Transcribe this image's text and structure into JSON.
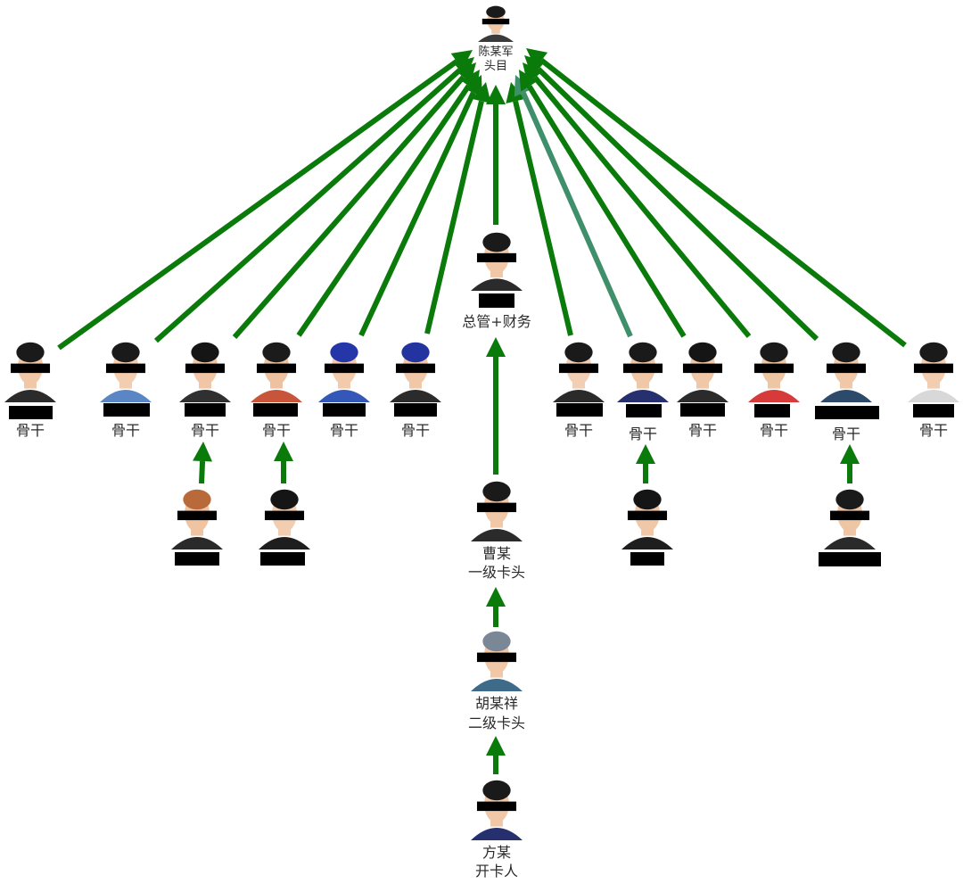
{
  "boss": {
    "name": "陈某军",
    "role": "头目"
  },
  "manager": {
    "role": "总管+财务"
  },
  "members": [
    {
      "role": "骨干",
      "face": "#f0c8a8",
      "shirt": "#2b2b2b",
      "hair": "#1a1a1a"
    },
    {
      "role": "骨干",
      "face": "#f2cdb0",
      "shirt": "#5b86c6",
      "hair": "#1a1a1a"
    },
    {
      "role": "骨干",
      "face": "#f0c6a6",
      "shirt": "#303030",
      "hair": "#151515"
    },
    {
      "role": "骨干",
      "face": "#eec2a0",
      "shirt": "#c8553a",
      "hair": "#1b1b1b"
    },
    {
      "role": "骨干",
      "face": "#f1cbac",
      "shirt": "#3557b8",
      "hair": "#2436a8"
    },
    {
      "role": "骨干",
      "face": "#f0c8a8",
      "shirt": "#2b2b2b",
      "hair": "#2334a0"
    },
    {
      "role": "骨干",
      "face": "#f2cfb4",
      "shirt": "#2a2a2a",
      "hair": "#1a1a1a"
    },
    {
      "role": "骨干",
      "face": "#f0c8a8",
      "shirt": "#26306e",
      "hair": "#1a1a1a"
    },
    {
      "role": "骨干",
      "face": "#f0c8a8",
      "shirt": "#2b2b2b",
      "hair": "#151515"
    },
    {
      "role": "骨干",
      "face": "#efc6a4",
      "shirt": "#d63a3a",
      "hair": "#1a1a1a"
    },
    {
      "role": "骨干",
      "face": "#f0c8a8",
      "shirt": "#2e4a6a",
      "hair": "#1a1a1a"
    },
    {
      "role": "骨干",
      "face": "#f2cdb0",
      "shirt": "#d8d8d8",
      "hair": "#1a1a1a"
    }
  ],
  "chain": [
    {
      "name": "曹某",
      "role": "一级卡头"
    },
    {
      "name": "胡某祥",
      "role": "二级卡头"
    },
    {
      "name": "方某",
      "role": "开卡人"
    }
  ],
  "colors": {
    "arrow": "#0a7a0a",
    "arrow_alt": "#3f8f6a"
  }
}
